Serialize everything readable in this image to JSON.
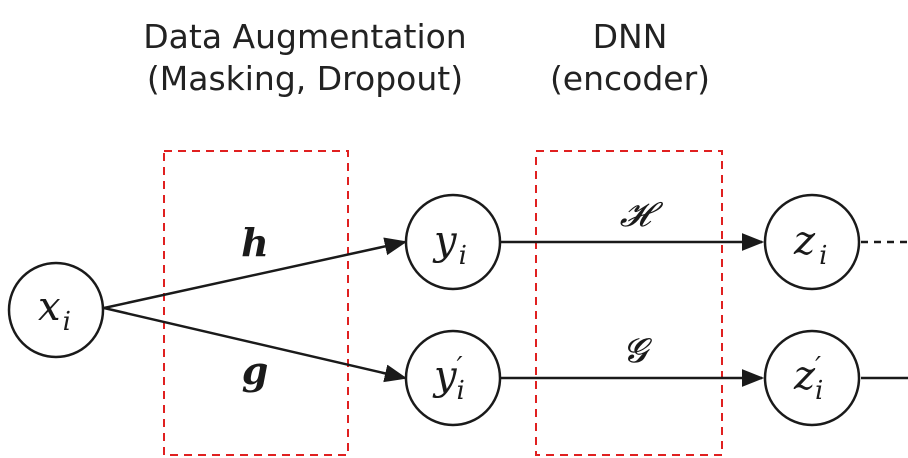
{
  "headers": {
    "augmentation": {
      "line1": "Data Augmentation",
      "line2": "(Masking, Dropout)"
    },
    "dnn": {
      "line1": "DNN",
      "line2": "(encoder)"
    }
  },
  "nodes": {
    "x": {
      "base": "x",
      "sub": "i",
      "prime": ""
    },
    "y": {
      "base": "y",
      "sub": "i",
      "prime": ""
    },
    "y_prime": {
      "base": "y",
      "sub": "i",
      "prime": "′"
    },
    "z": {
      "base": "z",
      "sub": "i",
      "prime": ""
    },
    "z_prime": {
      "base": "z",
      "sub": "i",
      "prime": "′"
    }
  },
  "edge_labels": {
    "h": "h",
    "g": "g",
    "H": "𝓗",
    "G": "𝓖"
  },
  "colors": {
    "dashed_box": "#e02020",
    "stroke": "#1a1a1a",
    "text": "#222222"
  }
}
